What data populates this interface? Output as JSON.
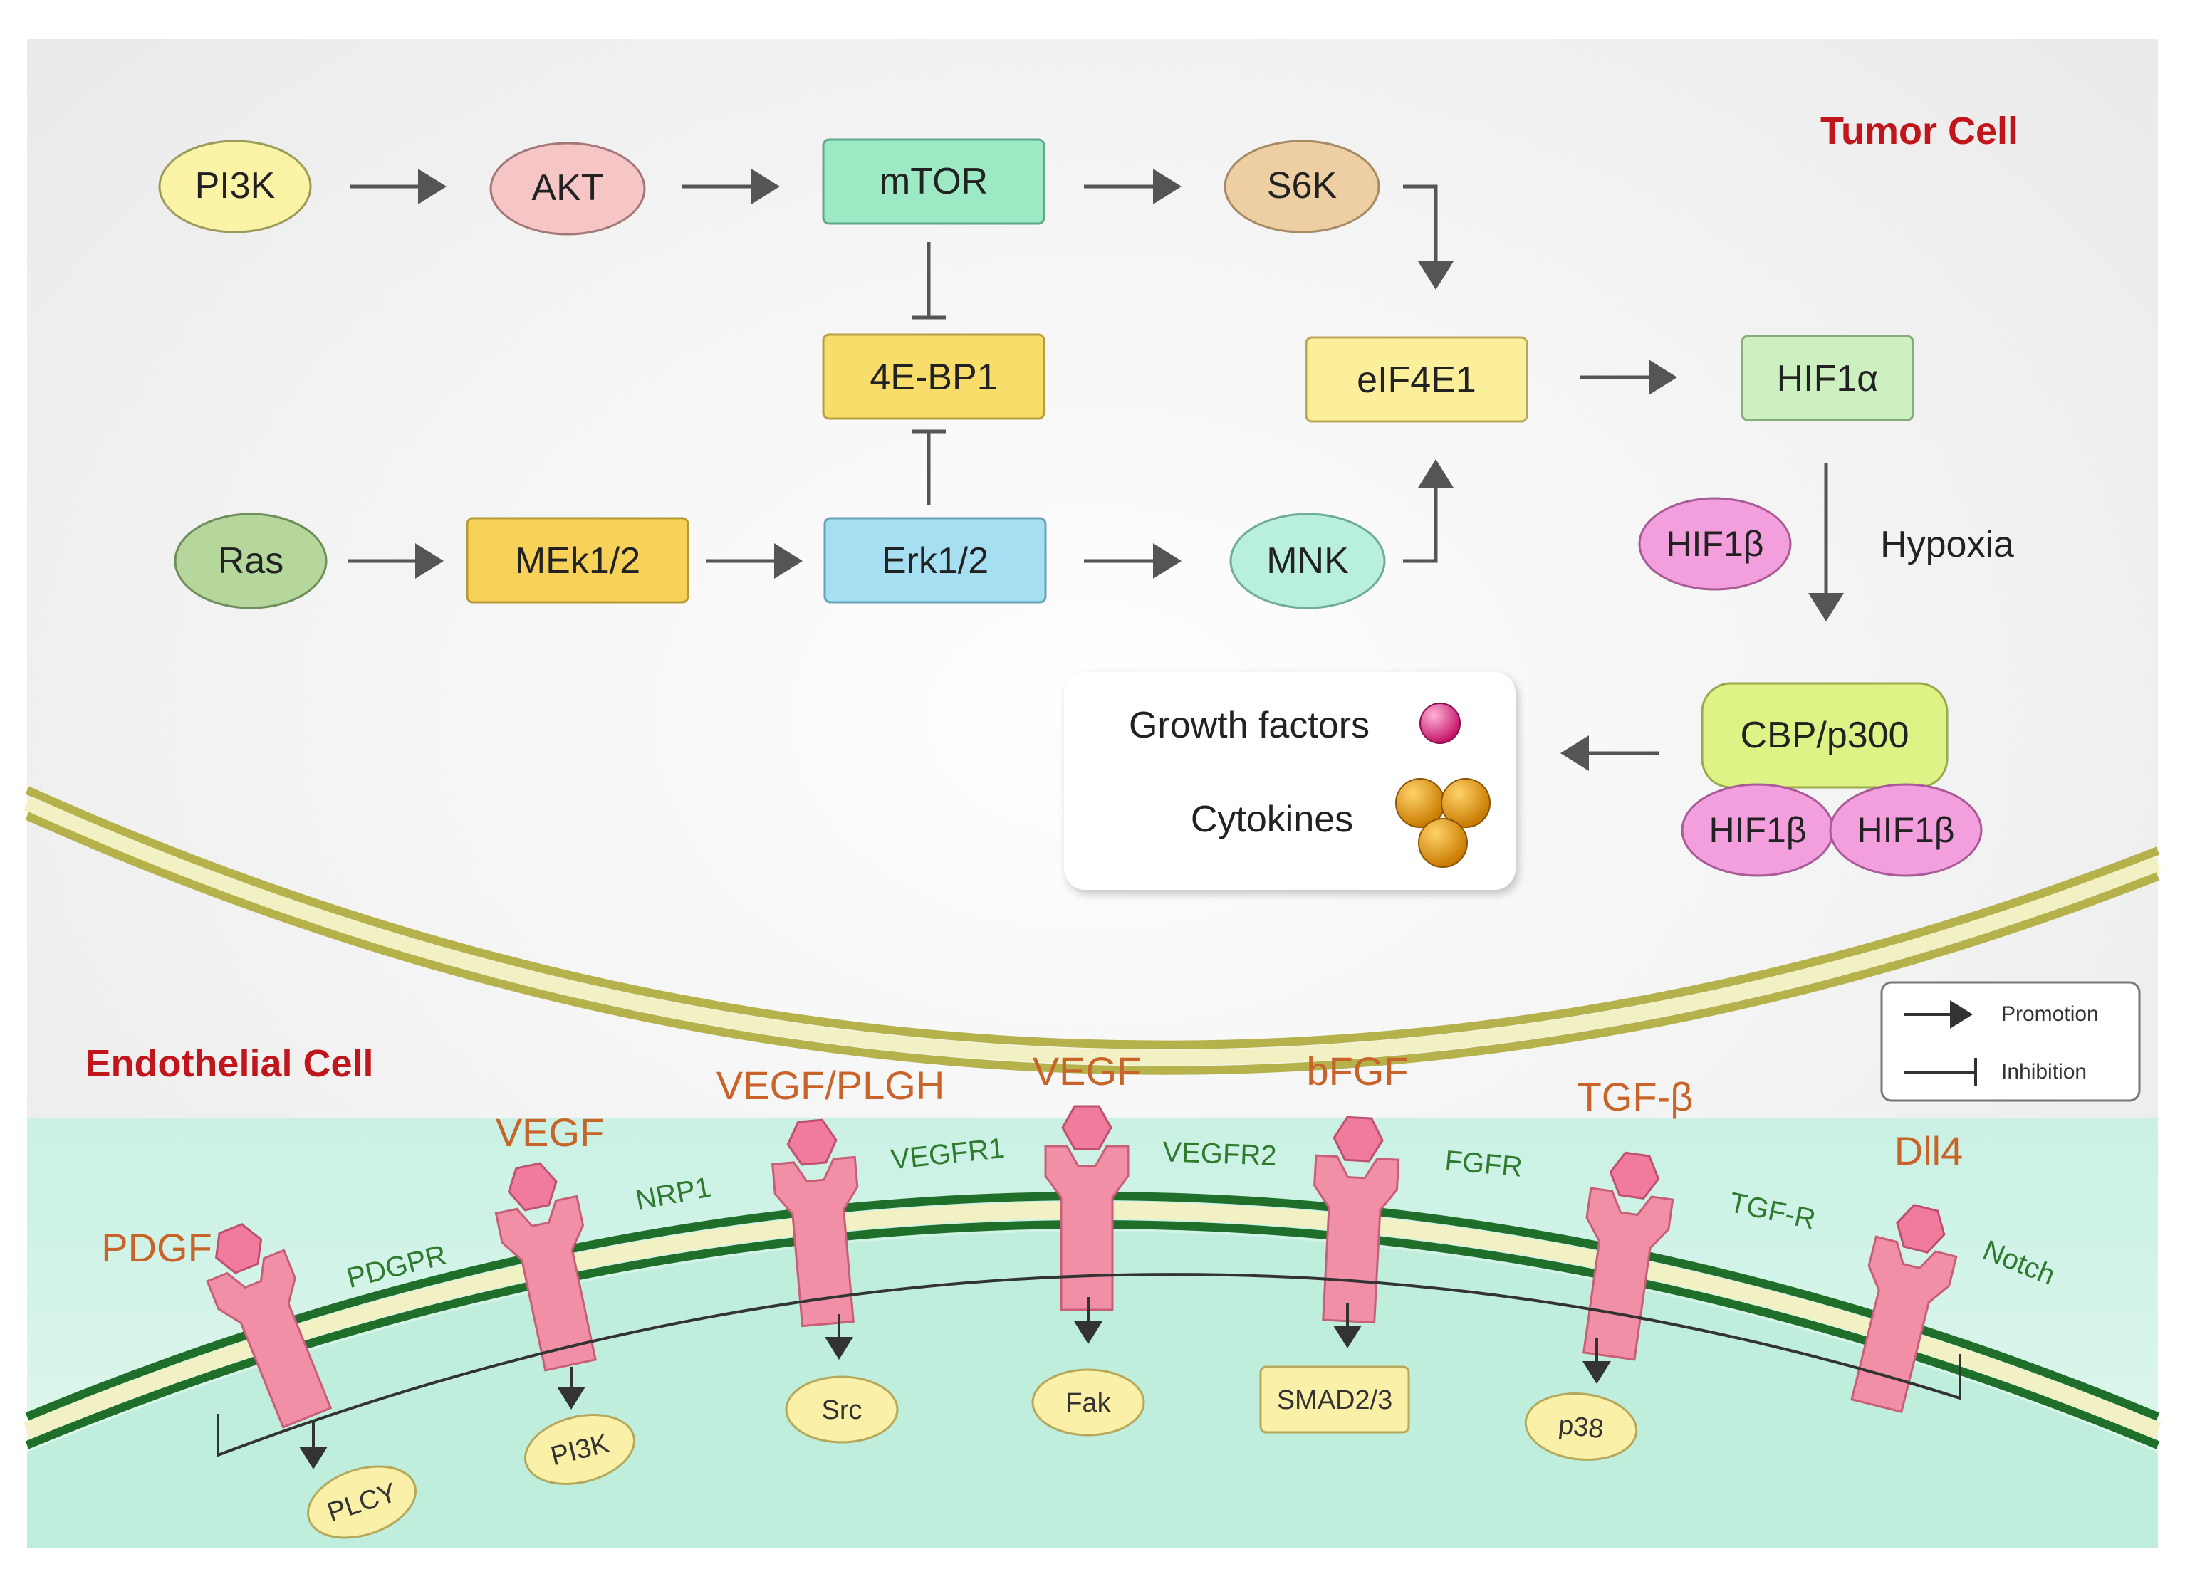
{
  "labels": {
    "tumor_cell": "Tumor Cell",
    "endothelial_cell": "Endothelial Cell",
    "hypoxia": "Hypoxia",
    "growth_factors": "Growth factors",
    "cytokines": "Cytokines"
  },
  "legend": {
    "promotion": "Promotion",
    "inhibition": "Inhibition"
  },
  "nodes": {
    "pi3k": "PI3K",
    "akt": "AKT",
    "mtor": "mTOR",
    "s6k": "S6K",
    "ebp1": "4E-BP1",
    "eif4e1": "eIF4E1",
    "hif1a": "HIF1α",
    "ras": "Ras",
    "mek": "MEk1/2",
    "erk": "Erk1/2",
    "mnk": "MNK",
    "hif1b_free": "HIF1β",
    "cbp": "CBP/p300",
    "hif1b_a": "HIF1β",
    "hif1b_b": "HIF1β"
  },
  "ligands": [
    "PDGF",
    "VEGF",
    "VEGF/PLGH",
    "VEGF",
    "bFGF",
    "TGF-β",
    "Dll4"
  ],
  "receptors": [
    "PDGPR",
    "NRP1",
    "VEGFR1",
    "VEGFR2",
    "FGFR",
    "TGF-R",
    "Notch"
  ],
  "effectors": [
    "PLCY",
    "PI3K",
    "Src",
    "Fak",
    "SMAD2/3",
    "p38"
  ],
  "colors": {
    "pi3k": "#fbf3a6",
    "akt": "#f6c5c5",
    "mtor": "#9de9c4",
    "s6k": "#eecfa3",
    "ebp1": "#f8dd6b",
    "eif4e1": "#fbef9c",
    "hif1a": "#cdf0c0",
    "ras": "#b6d79c",
    "mek": "#f8d258",
    "erk": "#a6dff2",
    "mnk": "#b9f0dc",
    "hif1b": "#f39fdd",
    "cbp": "#def385",
    "title_red": "#c0151b",
    "ligand_orange": "#c8642a",
    "receptor_green": "#2f7a2f",
    "receptor_pink": "#f08fa5",
    "effector_yellow": "#fbf0a8",
    "membrane_green": "#1f6e2a",
    "membrane_olive": "#b5b24c"
  }
}
